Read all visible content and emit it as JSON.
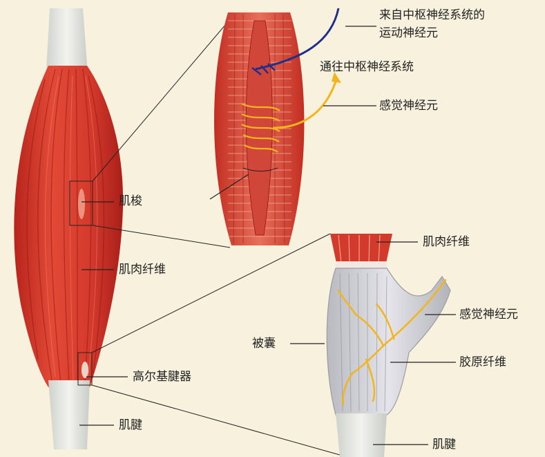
{
  "labels": {
    "motor_neuron_line1": "来自中枢神经系统的",
    "motor_neuron_line2": "运动神经元",
    "to_cns": "通往中枢神经系统",
    "sensory_neuron_top": "感觉神经元",
    "muscle_spindle": "肌梭",
    "muscle_fiber_left": "肌肉纤维",
    "golgi_tendon_organ": "高尔基腱器",
    "tendon_left": "肌腱",
    "muscle_fiber_right": "肌肉纤维",
    "capsule": "被囊",
    "sensory_neuron_right": "感觉神经元",
    "collagen_fiber": "胶原纤维",
    "tendon_right": "肌腱"
  },
  "colors": {
    "background": "#f7f1dd",
    "muscle_red": "#d8372b",
    "muscle_dark": "#b0221c",
    "tendon": "#e6e6dd",
    "motor_nerve": "#1f2f8a",
    "sensory_nerve": "#f2b51b",
    "capsule": "#c9c9cc"
  }
}
